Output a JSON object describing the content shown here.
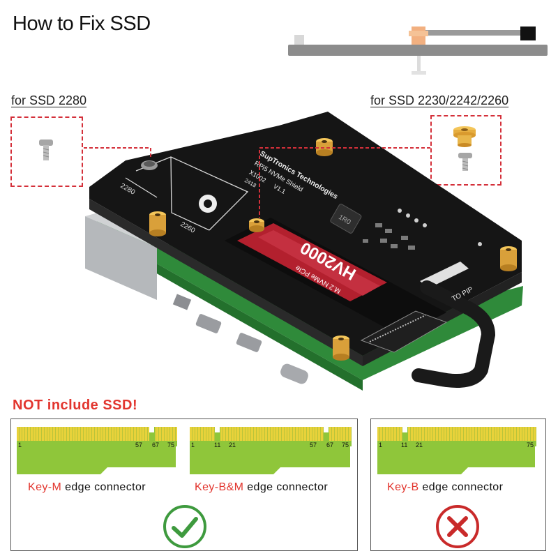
{
  "title": "How to Fix SSD",
  "label_2280": "for SSD 2280",
  "label_small": "for SSD 2230/2242/2260",
  "warning": "NOT include SSD!",
  "board": {
    "brand": "SupTronics Technologies",
    "product": "RPi5 NVMe Shield",
    "model": "X1002",
    "version": "V1.1",
    "date": "2418",
    "mark_2280": "2280",
    "mark_2260": "2260",
    "inductor": "1R0",
    "pip_label": "TO PIP"
  },
  "ssd": {
    "brand": "HV2000",
    "subtitle": "M.2 NVMe PCIe"
  },
  "connectors": [
    {
      "key": "Key-M",
      "text": " edge connector",
      "pins": [
        "1",
        "57",
        "67",
        "75"
      ],
      "status": "ok"
    },
    {
      "key": "Key-B&M",
      "text": " edge connector",
      "pins": [
        "1",
        "11",
        "21",
        "57",
        "67",
        "75"
      ],
      "status": "ok"
    },
    {
      "key": "Key-B",
      "text": " edge connector",
      "pins": [
        "1",
        "11",
        "21",
        "75"
      ],
      "status": "no"
    }
  ],
  "colors": {
    "accent_red": "#e2352e",
    "check_green": "#3e9a3e",
    "pcb_black": "#151515",
    "pcb_green": "#2f8a3a",
    "gold": "#e8b64a",
    "finger_gold": "#e8d23a",
    "finger_green": "#8fc63a"
  },
  "icons": [
    "screw-icon",
    "standoff-icon",
    "checkmark-icon",
    "cross-icon"
  ]
}
